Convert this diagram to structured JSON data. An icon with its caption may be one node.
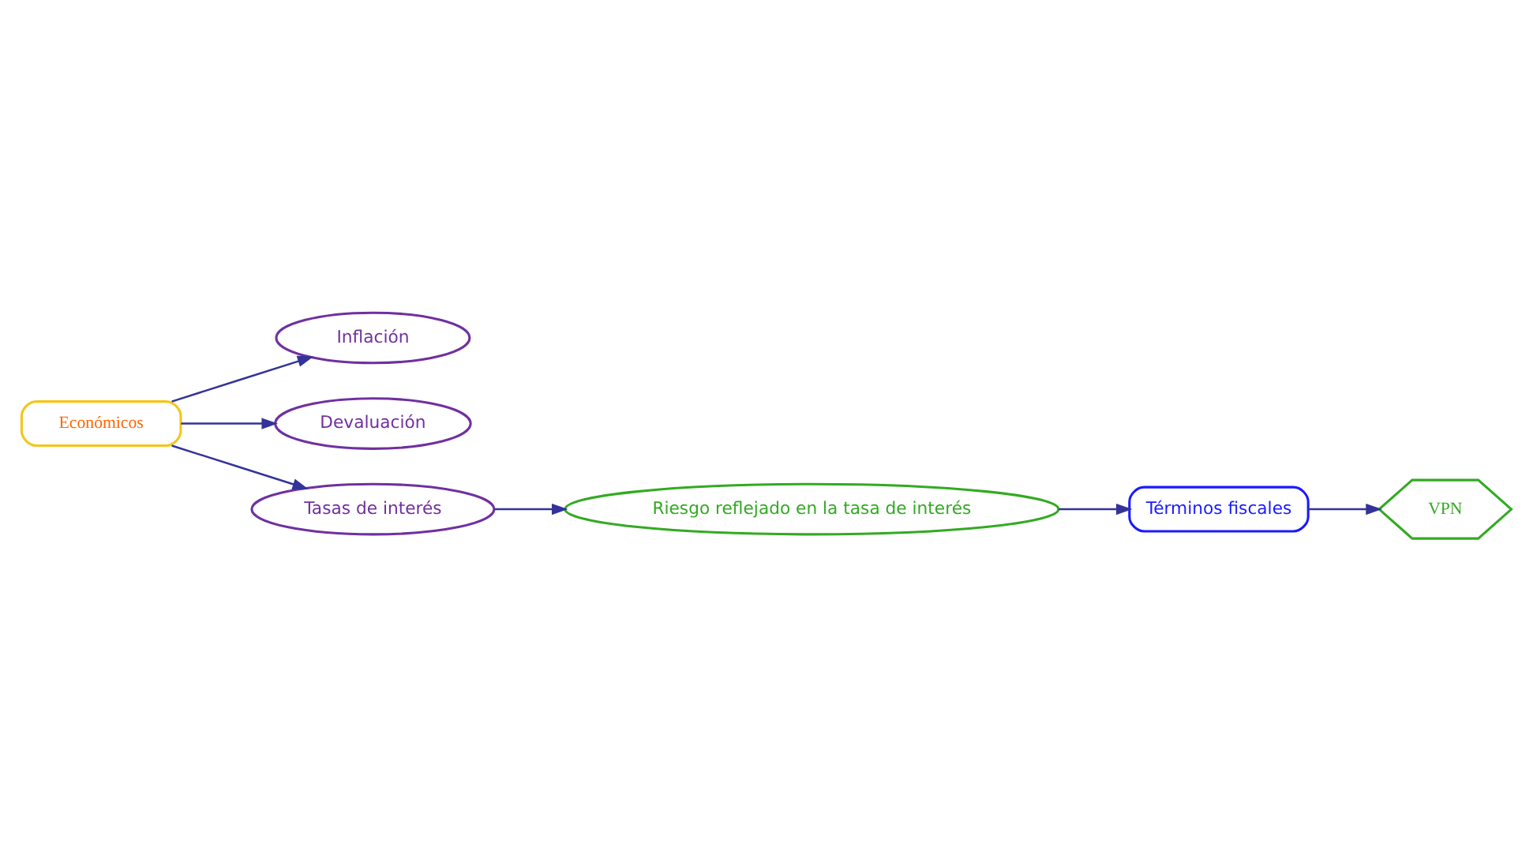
{
  "diagram": {
    "nodes": [
      {
        "text": [
          "Económicos"
        ]
      },
      {
        "text": [
          "Inflación"
        ]
      },
      {
        "text": [
          "Devaluación"
        ]
      },
      {
        "text": [
          "Tasas de interés"
        ]
      },
      {
        "text": [
          "Riesgo reflejado en la tasa de interés"
        ]
      },
      {
        "text": [
          "Términos fiscales"
        ]
      },
      {
        "text": [
          "VPN"
        ]
      }
    ],
    "edges": [
      {
        "from": 0,
        "to": 1,
        "arrow": "to"
      },
      {
        "from": 0,
        "to": 2,
        "arrow": "to"
      },
      {
        "from": 0,
        "to": 3,
        "arrow": "to"
      },
      {
        "from": 3,
        "to": 4,
        "arrow": "to"
      },
      {
        "from": 4,
        "to": 5,
        "arrow": "to"
      },
      {
        "from": 5,
        "to": 6,
        "arrow": "to"
      }
    ]
  }
}
